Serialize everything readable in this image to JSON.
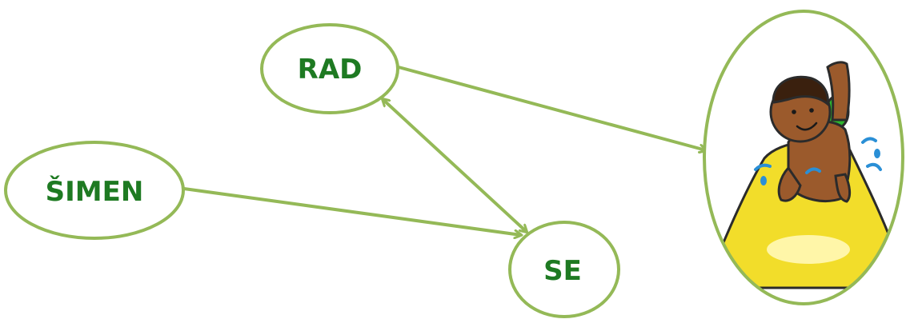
{
  "diagram": {
    "nodes": [
      {
        "id": "rad",
        "label": "RAD"
      },
      {
        "id": "simen",
        "label": "ŠIMEN"
      },
      {
        "id": "se",
        "label": "SE"
      },
      {
        "id": "picture",
        "label": "",
        "image": "boy-on-water-slide"
      }
    ],
    "edges": [
      {
        "from": "rad",
        "to": "picture",
        "arrow": "end"
      },
      {
        "from": "simen",
        "to": "se",
        "arrow": "end"
      },
      {
        "from": "se",
        "to": "rad",
        "arrow": "both"
      }
    ]
  },
  "colors": {
    "outline": "#94b957",
    "text": "#1e7a22",
    "slide": "#f2dd2a",
    "skin": "#9b5a2c",
    "swimsuit": "#2db52d",
    "water": "#2a8fd6"
  }
}
